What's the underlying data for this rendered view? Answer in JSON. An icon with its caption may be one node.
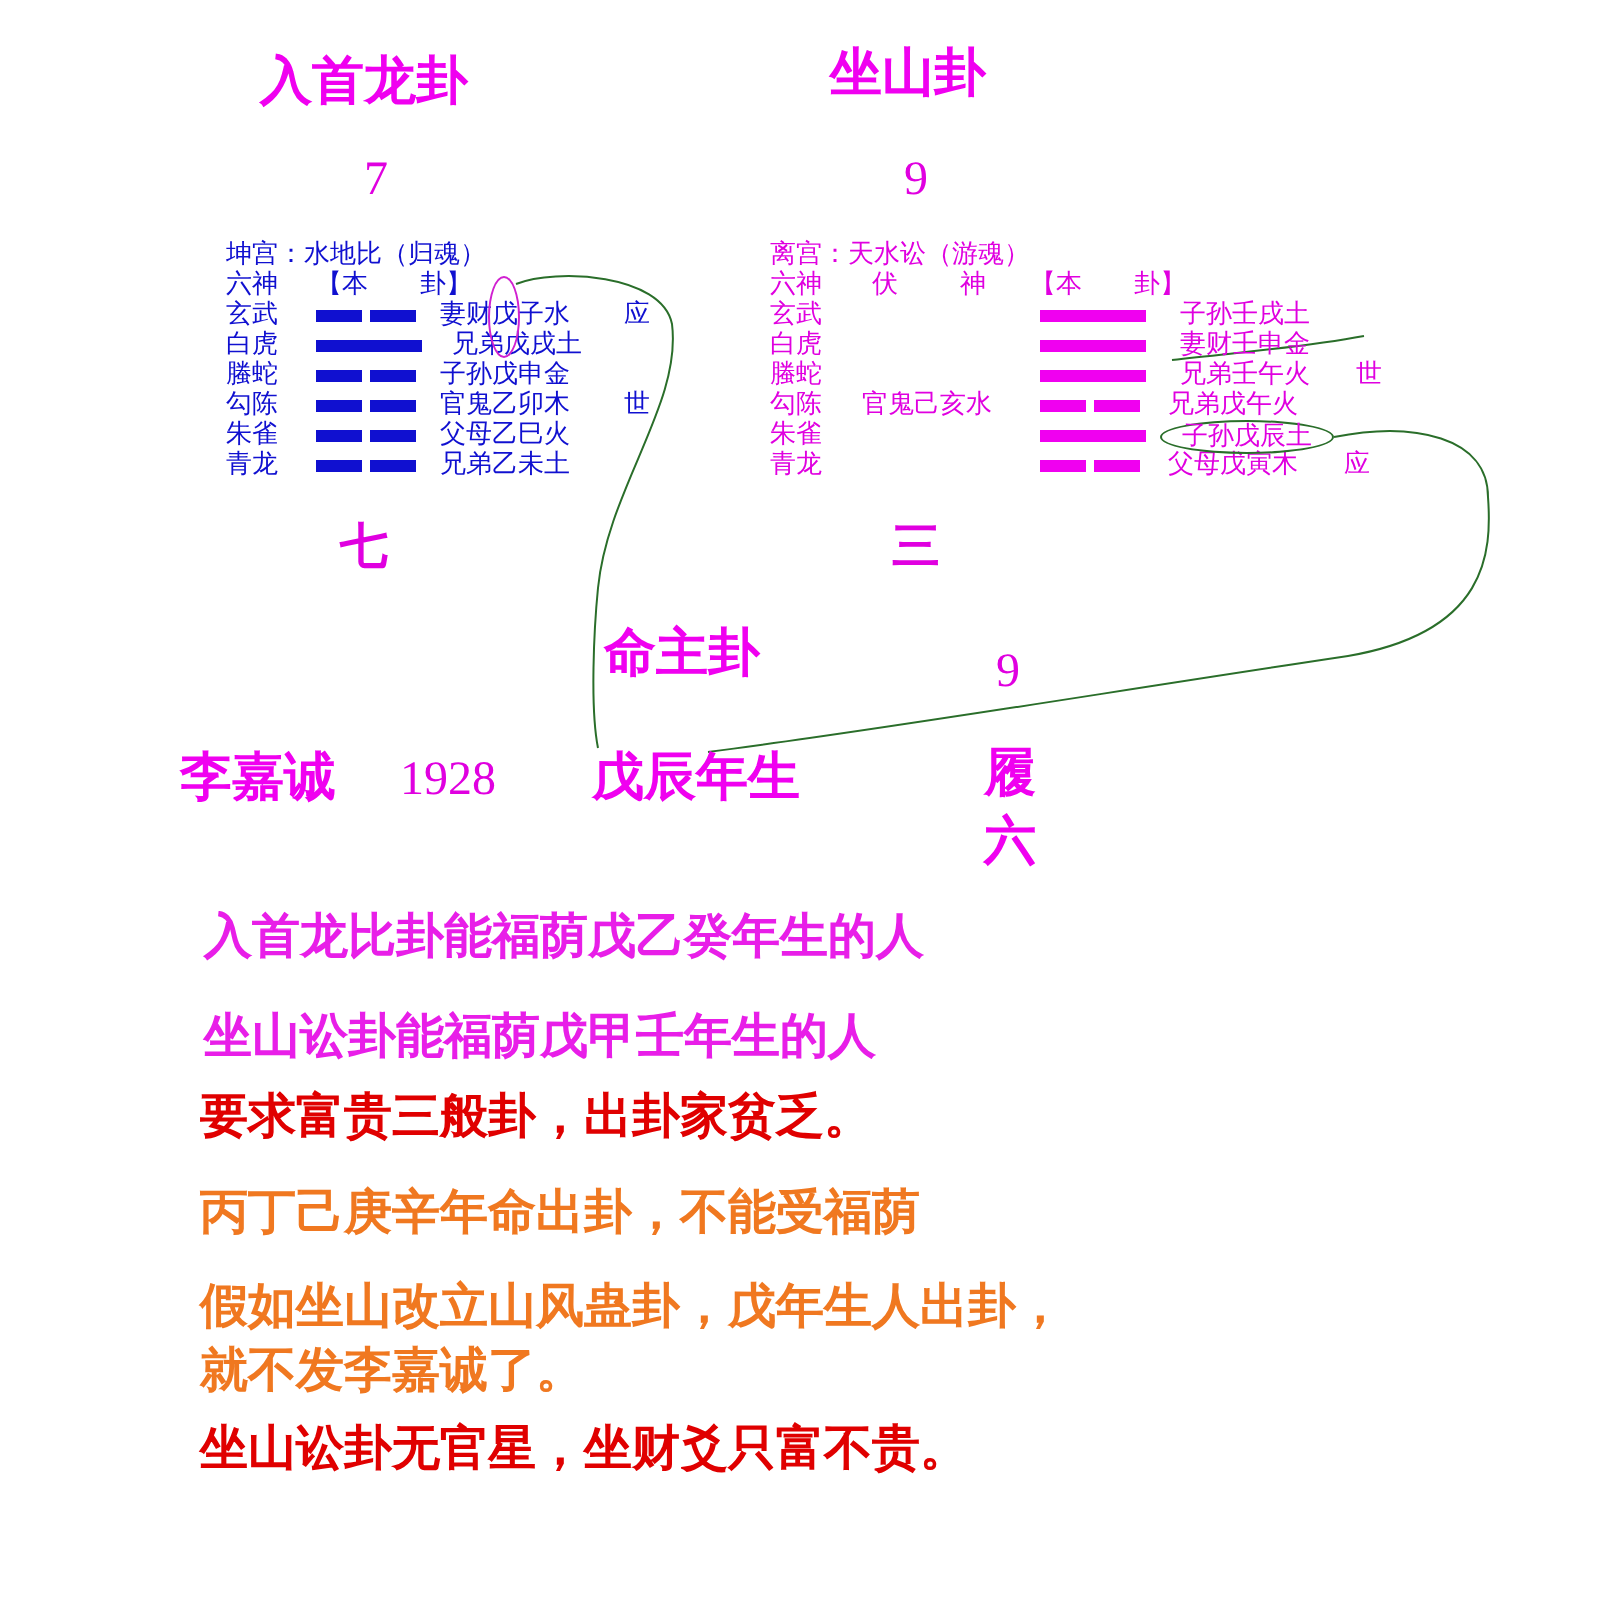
{
  "diagram": {
    "nodes": [
      {
        "text": [
          "戊辰年生"
        ]
      },
      {
        "text": [],
        "shape": "circle"
      },
      {
        "text": [
          "子孙戊辰土"
        ]
      }
    ],
    "edges": [
      {
        "from": 0,
        "to": 1,
        "arrow": "none"
      },
      {
        "from": 0,
        "to": 2,
        "arrow": "none"
      }
    ],
    "labels": [
      "入首龙卦",
      "坐山卦",
      "7",
      "9",
      "坤宫：水地比（归魂）",
      "六神",
      "【本　　卦】",
      "玄武",
      "妻财戊子水",
      "应",
      "白虎",
      "兄弟戊戌土",
      "螣蛇",
      "子孙戊申金",
      "勾陈",
      "官鬼乙卯木",
      "世",
      "朱雀",
      "父母乙巳火",
      "青龙",
      "兄弟乙未土",
      "离宫：天水讼（游魂）",
      "六神",
      "伏",
      "神",
      "【本　　卦】",
      "玄武",
      "子孙壬戌土",
      "白虎",
      "妻财壬申金",
      "螣蛇",
      "兄弟壬午火",
      "世",
      "勾陈",
      "官鬼己亥水",
      "兄弟戊午火",
      "朱雀",
      "青龙",
      "父母戊寅木",
      "应",
      "七",
      "三",
      "命主卦",
      "9",
      "李嘉诚",
      "1928",
      "履",
      "六",
      "入首龙比卦能福荫戊乙癸年生的人",
      "坐山讼卦能福荫戊甲壬年生的人",
      "要求富贵三般卦，出卦家贫乏。",
      "丙丁己庚辛年命出卦，不能受福荫",
      "假如坐山改立山风蛊卦，戊年生人出卦，就不发李嘉诚了。",
      "坐山讼卦无官星，坐财爻只富不贵。"
    ]
  }
}
